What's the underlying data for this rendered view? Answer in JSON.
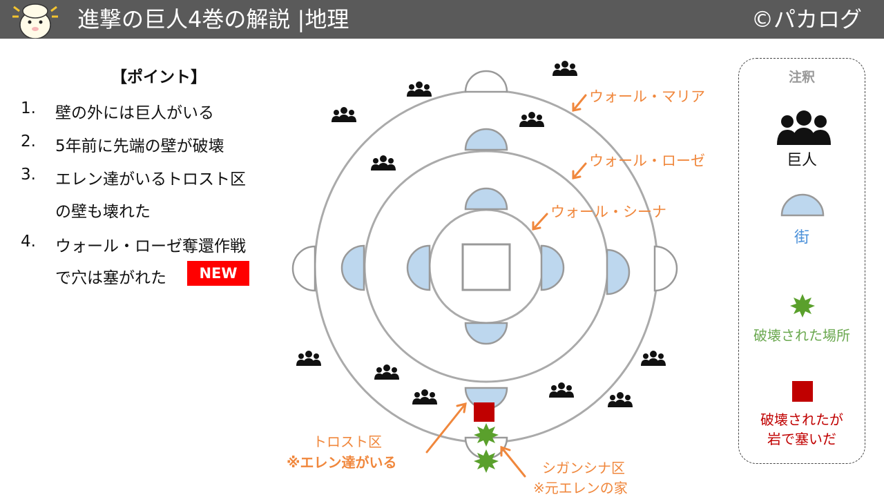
{
  "header": {
    "title": "進撃の巨人4巻の解説 |地理",
    "brand": "©パカログ"
  },
  "points": {
    "heading": "【ポイント】",
    "items": [
      {
        "num": "1.",
        "lines": [
          "壁の外には巨人がいる"
        ]
      },
      {
        "num": "2.",
        "lines": [
          "5年前に先端の壁が破壊"
        ]
      },
      {
        "num": "3.",
        "lines": [
          "エレン達がいるトロスト区",
          "の壁も壊れた"
        ]
      },
      {
        "num": "4.",
        "lines": [
          "ウォール・ローゼ奪還作戦",
          "で穴は塞がれた"
        ]
      }
    ],
    "new_badge": "NEW"
  },
  "diagram": {
    "walls": {
      "maria": "ウォール・マリア",
      "rose": "ウォール・ローゼ",
      "sina": "ウォール・シーナ"
    },
    "trost": {
      "name": "トロスト区",
      "note": "※エレン達がいる"
    },
    "shiganshina": {
      "name": "シガンシナ区",
      "note": "※元エレンの家"
    }
  },
  "legend": {
    "title": "注釈",
    "titan": "巨人",
    "town": "街",
    "destroyed": "破壊された場所",
    "blocked_line1": "破壊されたが",
    "blocked_line2": "岩で塞いだ"
  },
  "colors": {
    "header_bg": "#5a5a5a",
    "orange": "#f0873c",
    "town_fill": "#bdd7ee",
    "destroyed": "#6aa84f",
    "blocked": "#c00000",
    "new_badge": "#ff0000"
  },
  "icons": [
    "alpaca-logo-icon",
    "titan-group-icon",
    "town-semicircle-icon",
    "burst-icon",
    "red-square-icon",
    "arrow-icon"
  ]
}
